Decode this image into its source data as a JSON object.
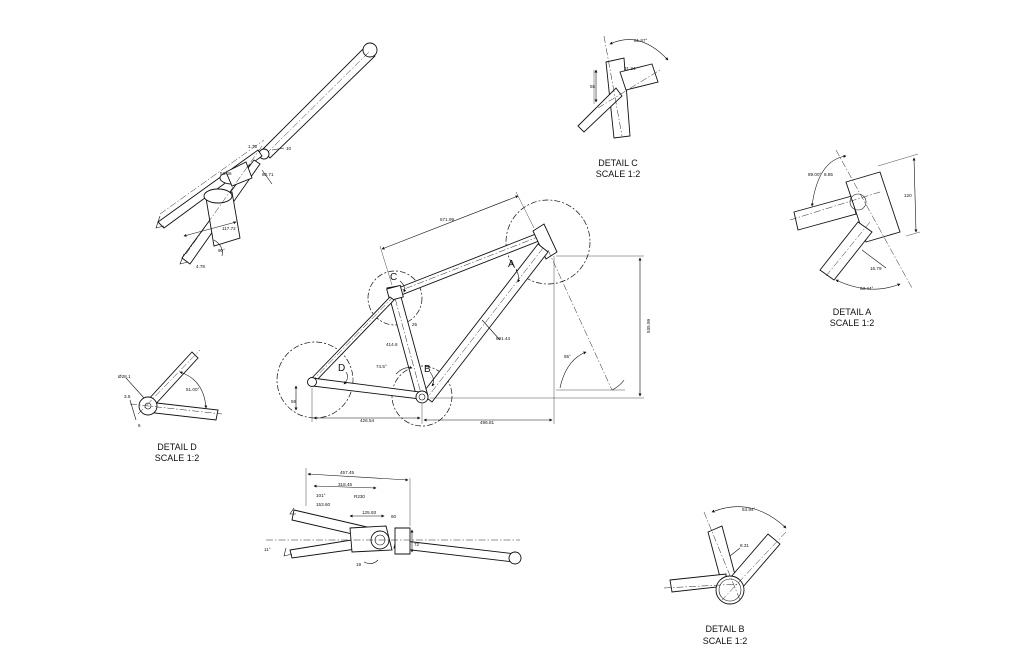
{
  "details": {
    "a": {
      "title": "DETAIL A",
      "scale": "SCALE 1:2"
    },
    "b": {
      "title": "DETAIL B",
      "scale": "SCALE 1:2"
    },
    "c": {
      "title": "DETAIL C",
      "scale": "SCALE 1:2"
    },
    "d": {
      "title": "DETAIL D",
      "scale": "SCALE 1:2"
    }
  },
  "callouts": {
    "a": "A",
    "b": "B",
    "c": "C",
    "d": "D"
  },
  "dims": {
    "main": {
      "top_tube": "571.99",
      "stack": "535.99",
      "down_tube": "691.44",
      "seat_tube": "414.6",
      "seat_angle": "74.5°",
      "head_angle": "65°",
      "bb_reach": "496.81",
      "chainstay": "426.54",
      "bb_drop": "56",
      "seat_top": "25"
    },
    "front": {
      "d1": "10",
      "d2": "117.72",
      "d3": "60.71",
      "d4": "90°",
      "d5": "4.78",
      "d6": "53.46",
      "d7": "1.75"
    },
    "bottom": {
      "overall": "457.45",
      "l1": "318.45",
      "l2": "153.60",
      "ang1": "101°",
      "rad": "R230",
      "l3": "125.93",
      "l4": "60",
      "h1": "72",
      "ang2": "11°",
      "w1": "19"
    },
    "detail_a": {
      "a1": "89.00°",
      "a2": "8.85",
      "a3": "120",
      "a4": "16.79",
      "a5": "63.44°"
    },
    "detail_b": {
      "b1": "54.94°",
      "b2": "8.31"
    },
    "detail_c": {
      "c1": "81.87°",
      "c2": "31.34",
      "c3": "55"
    },
    "detail_d": {
      "d1": "Ø28.1",
      "d2": "51.00°",
      "d3": "3.5",
      "d4": "6"
    }
  }
}
